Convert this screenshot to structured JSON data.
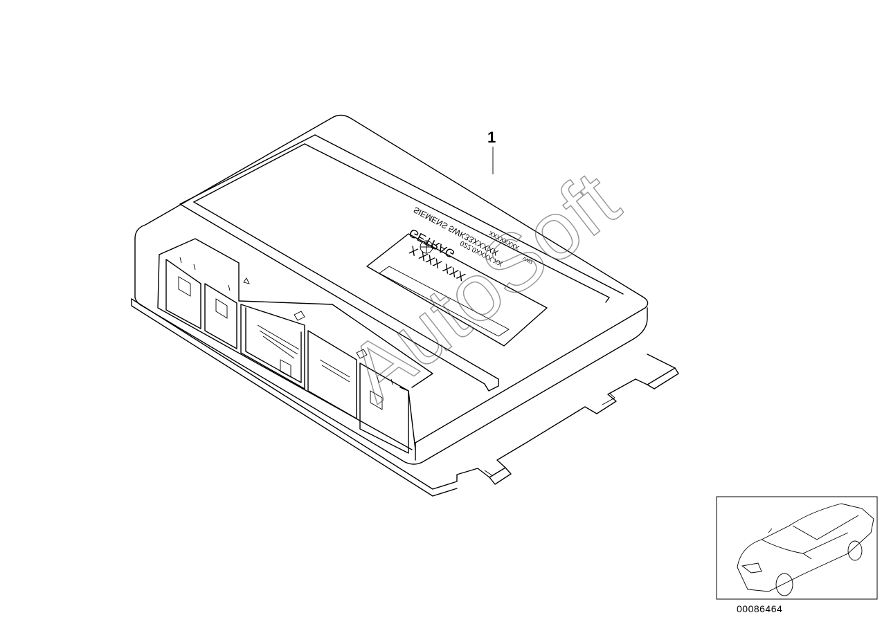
{
  "diagram": {
    "callout_number": "1",
    "document_number": "00086464",
    "watermark_text": "AutoSoft",
    "part_label": {
      "line1": "X XXX XXX",
      "line2": "GETRAG",
      "line3": "022.0XXXX.XX",
      "line4": "SIEMENS 5WK33XXXXX",
      "line5": "XXXXXXXX",
      "line6": "VW2"
    }
  }
}
